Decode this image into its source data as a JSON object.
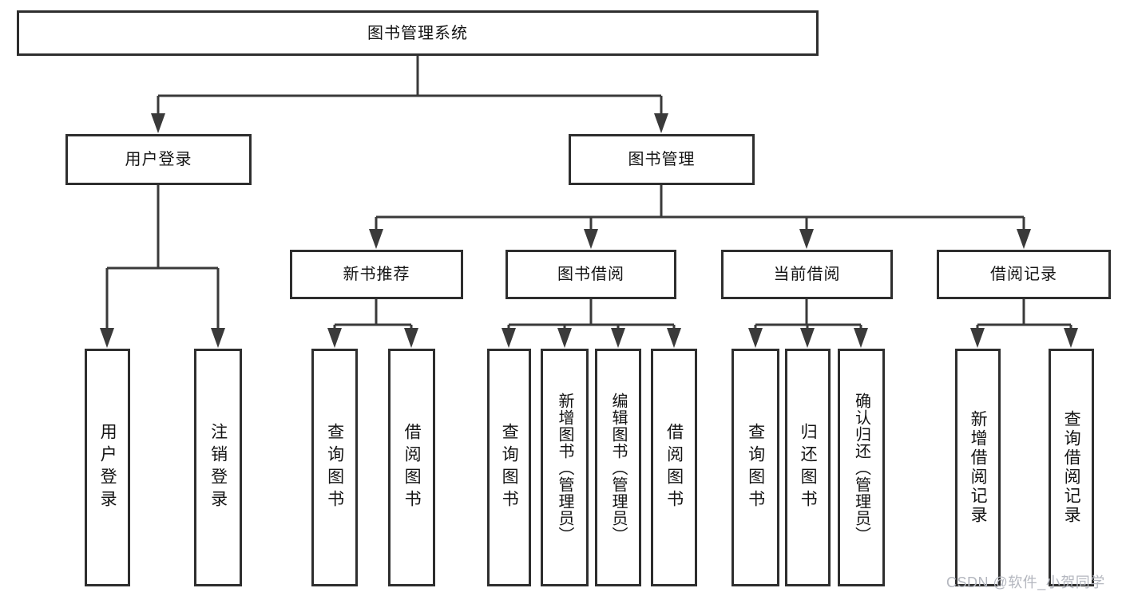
{
  "nodes": {
    "root": "图书管理系统",
    "user_login": "用户登录",
    "book_mgmt": "图书管理",
    "new_book_rec": "新书推荐",
    "book_borrow": "图书借阅",
    "current_borrow": "当前借阅",
    "borrow_records": "借阅记录",
    "leaf_user_login": "用户登录",
    "leaf_logout": "注销登录",
    "rec_query_book": "查询图书",
    "rec_borrow_book": "借阅图书",
    "bb_query_book": "查询图书",
    "bb_add_book": "新增图书（管理员）",
    "bb_edit_book": "编辑图书（管理员）",
    "bb_borrow_book": "借阅图书",
    "cb_query_book": "查询图书",
    "cb_return_book": "归还图书",
    "cb_confirm_return": "确认归还（管理员）",
    "br_add_record": "新增借阅记录",
    "br_query_record": "查询借阅记录"
  },
  "watermark": "CSDN @软件_小贺同学",
  "colors": {
    "line": "#3a3a3a",
    "box_border": "#2e2e2e",
    "text": "#141414",
    "watermark": "#b4b7bf",
    "background": "#ffffff"
  }
}
